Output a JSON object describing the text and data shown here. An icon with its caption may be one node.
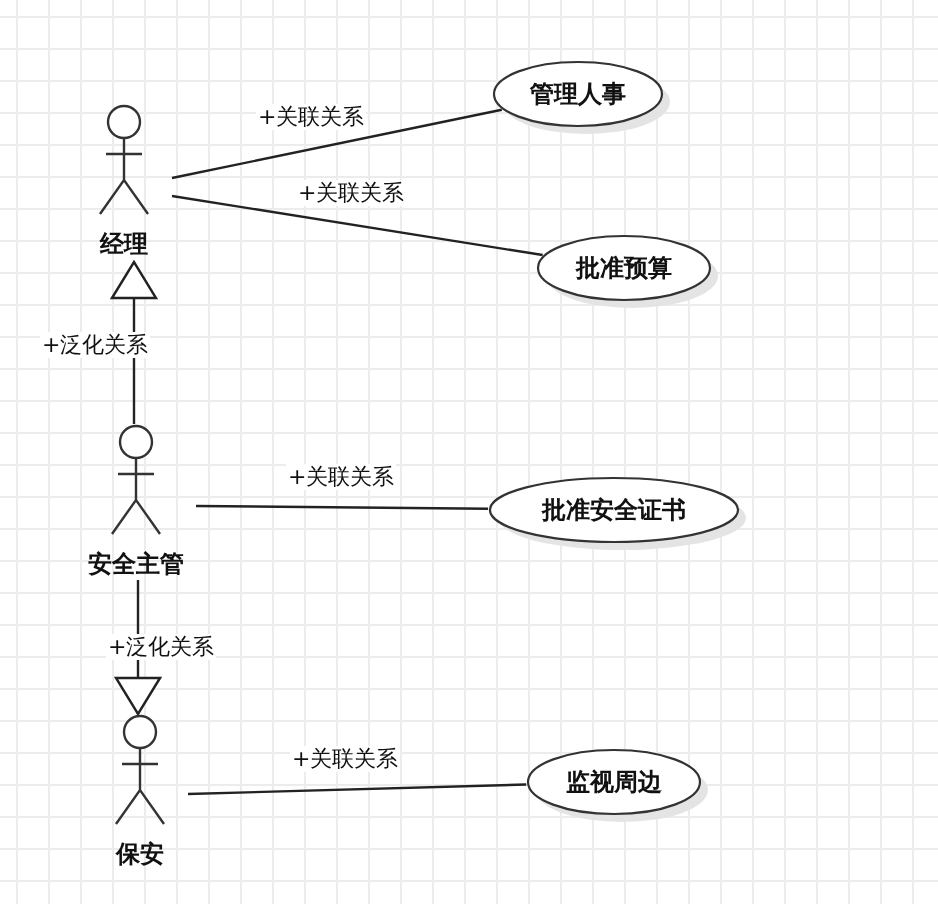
{
  "diagram": {
    "nodes": [
      {
        "text": [
          "经理"
        ]
      },
      {
        "text": [
          "管理人事"
        ]
      },
      {
        "text": [
          "批准预算"
        ]
      },
      {
        "text": [
          "安全主管"
        ]
      },
      {
        "text": [
          "批准安全证书"
        ]
      },
      {
        "text": [
          "保安"
        ]
      },
      {
        "text": [
          "监视周边"
        ]
      }
    ],
    "edges": [
      {
        "from": 0,
        "to": 1,
        "arrow": "none",
        "label": "+关联关系"
      },
      {
        "from": 0,
        "to": 2,
        "arrow": "none",
        "label": "+关联关系"
      },
      {
        "from": 3,
        "to": 0,
        "arrow": "to",
        "label": "+泛化关系"
      },
      {
        "from": 3,
        "to": 4,
        "arrow": "none",
        "label": "+关联关系"
      },
      {
        "from": 3,
        "to": 5,
        "arrow": "to",
        "label": "+泛化关系"
      },
      {
        "from": 5,
        "to": 6,
        "arrow": "none",
        "label": "+关联关系"
      }
    ]
  }
}
